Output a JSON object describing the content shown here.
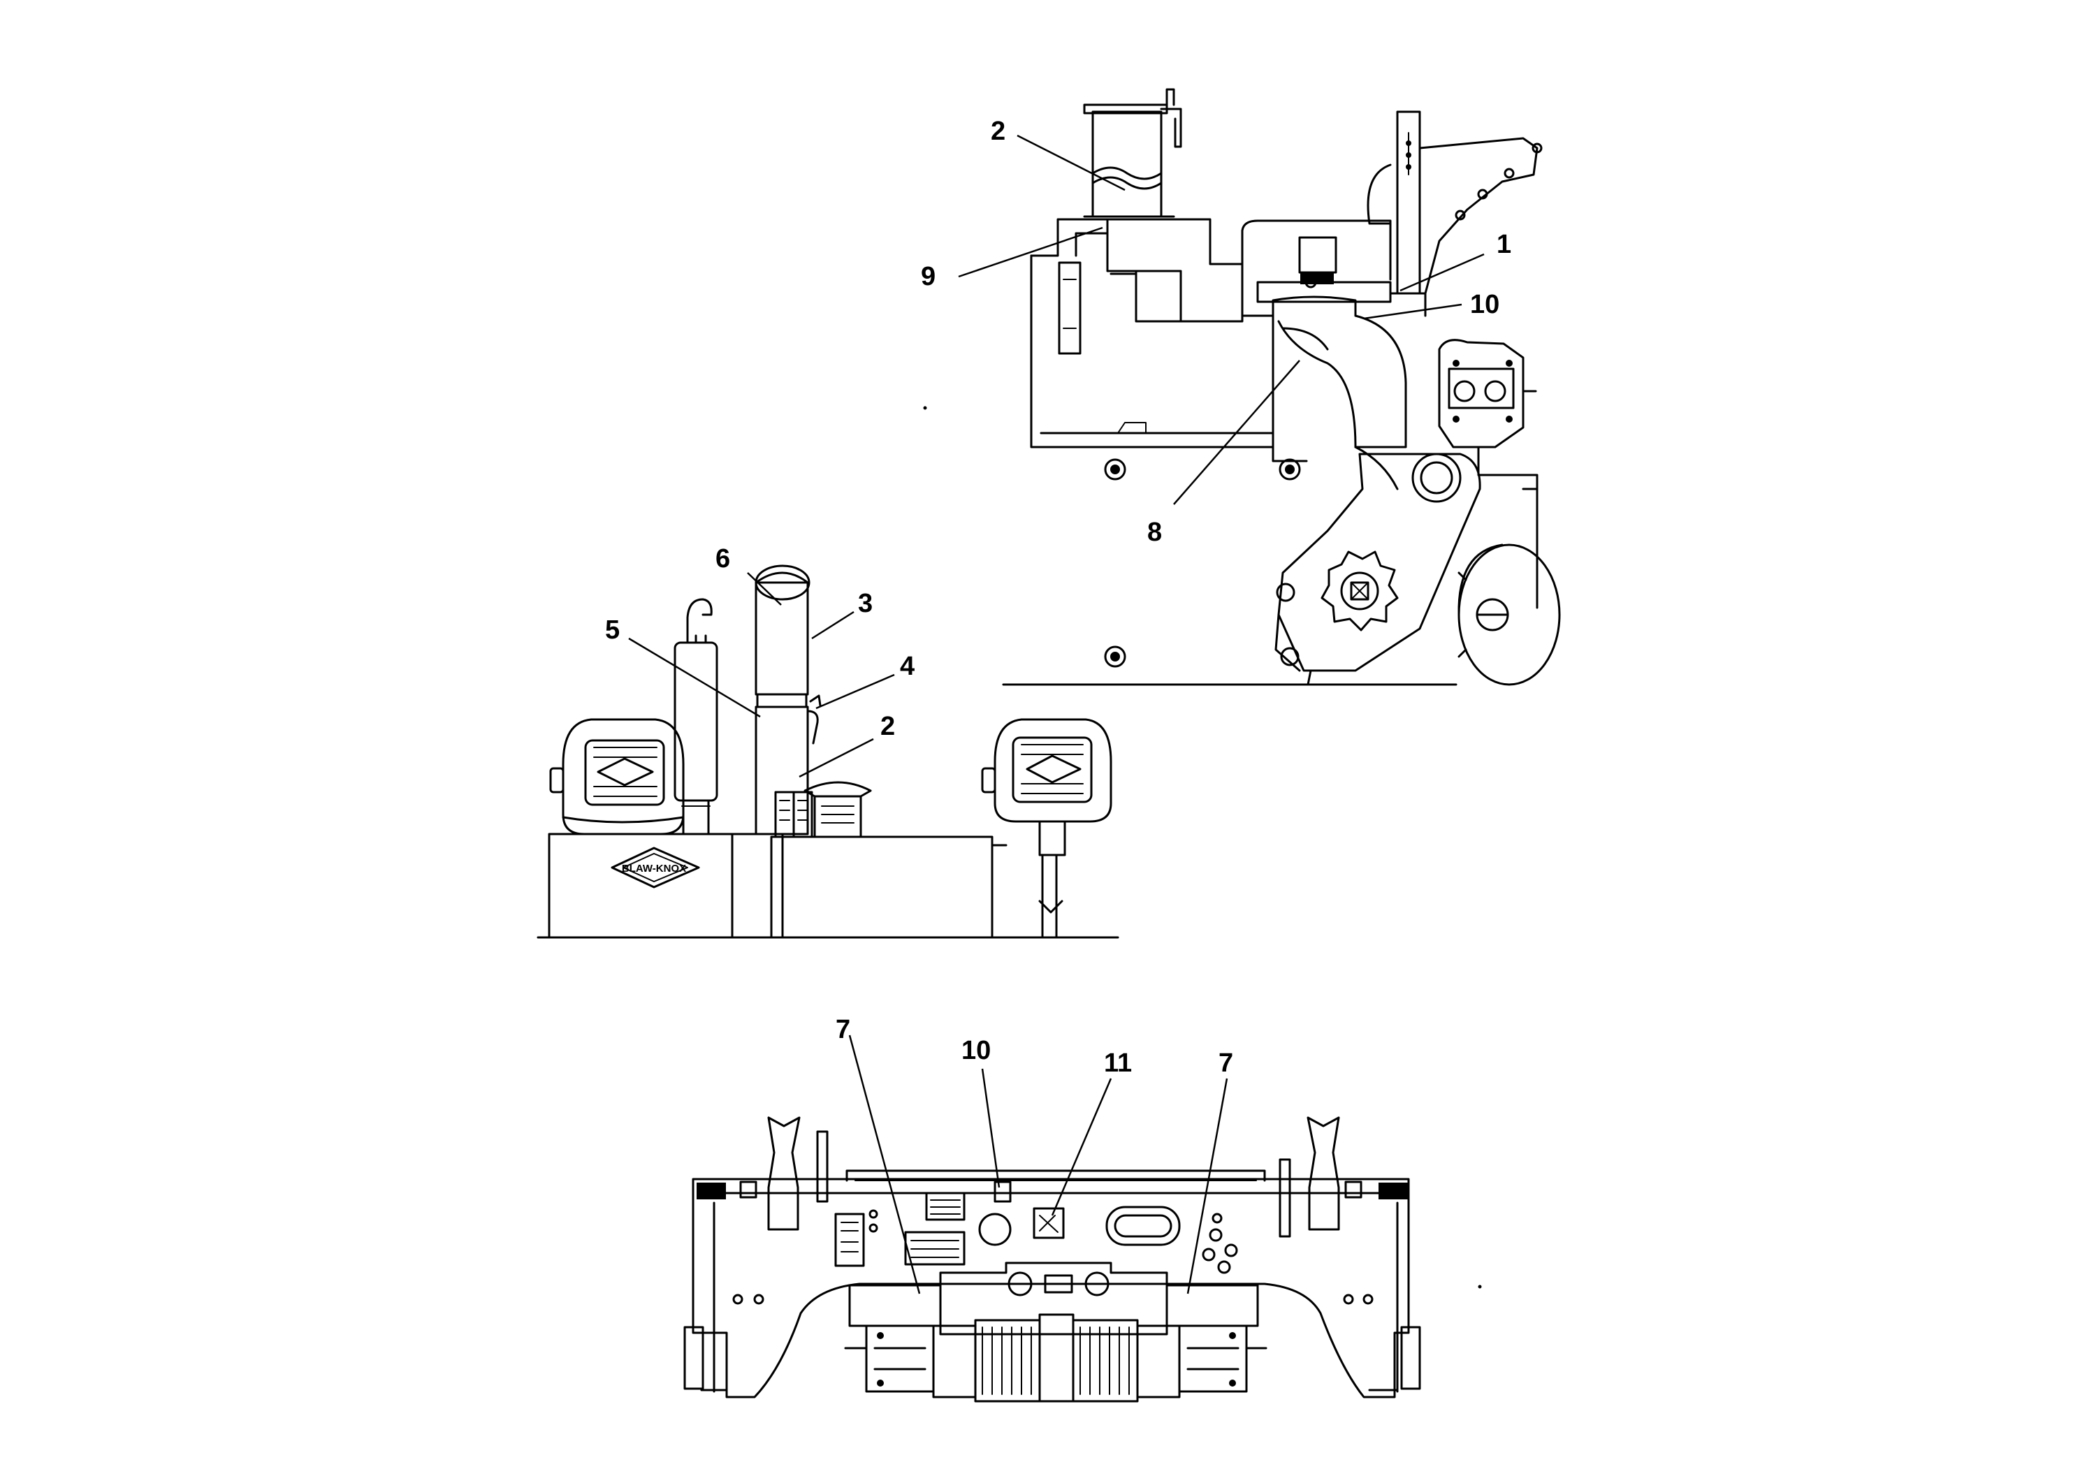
{
  "figure": {
    "logo_text": "BLAW-KNOX",
    "side_view": {
      "callouts": [
        {
          "id": "sv-1",
          "label": "1"
        },
        {
          "id": "sv-2",
          "label": "2"
        },
        {
          "id": "sv-8",
          "label": "8"
        },
        {
          "id": "sv-9",
          "label": "9"
        },
        {
          "id": "sv-10",
          "label": "10"
        }
      ]
    },
    "front_view": {
      "callouts": [
        {
          "id": "fv-2",
          "label": "2"
        },
        {
          "id": "fv-3",
          "label": "3"
        },
        {
          "id": "fv-4",
          "label": "4"
        },
        {
          "id": "fv-5",
          "label": "5"
        },
        {
          "id": "fv-6",
          "label": "6"
        }
      ]
    },
    "rear_view": {
      "callouts": [
        {
          "id": "rv-7a",
          "label": "7"
        },
        {
          "id": "rv-10",
          "label": "10"
        },
        {
          "id": "rv-11",
          "label": "11"
        },
        {
          "id": "rv-7b",
          "label": "7"
        }
      ]
    }
  }
}
